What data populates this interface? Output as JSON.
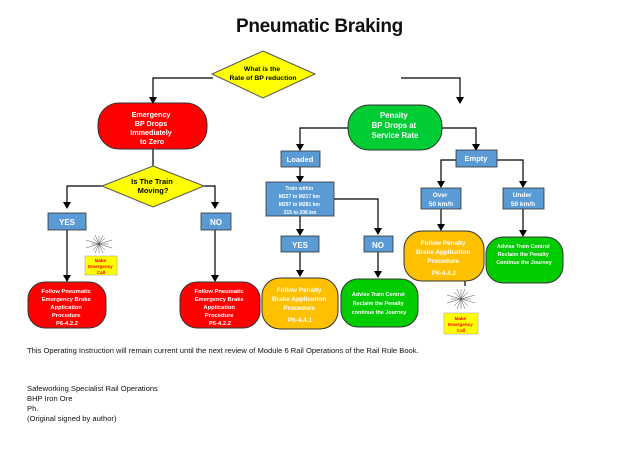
{
  "title": "Pneumatic Braking",
  "nodes": {
    "q_rate": [
      "What is the",
      "Rate of BP reduction"
    ],
    "emergency": [
      "Emergency",
      "BP Drops",
      "Immediately",
      "to Zero"
    ],
    "penalty": [
      "Penalty",
      "BP Drops at",
      "Service Rate"
    ],
    "loaded": [
      "Loaded"
    ],
    "empty": [
      "Empty"
    ],
    "q_moving": [
      "Is The Train",
      "Moving?"
    ],
    "yes_moving": [
      "YES"
    ],
    "no_moving": [
      "NO"
    ],
    "train_within": [
      "Train within",
      "M227 to M217 km",
      "M297 to M281 km",
      "215 to 206 km"
    ],
    "yes_within": [
      "YES"
    ],
    "no_within": [
      "NO"
    ],
    "over": [
      "Over",
      "50 km/h"
    ],
    "under": [
      "Under",
      "50 km/h"
    ],
    "call1": [
      "Make",
      "Emergency",
      "Call"
    ],
    "call2": [
      "Make",
      "Emergency",
      "Call"
    ],
    "follow_emerg_1": [
      "Follow Pneumatic",
      "Emergency Brake",
      "Application",
      "Procedure",
      "P6-4.2.2"
    ],
    "follow_emerg_2": [
      "Follow Pneumatic",
      "Emergency Brake",
      "Application",
      "Procedure",
      "P6-4.2.2"
    ],
    "follow_penalty_1": [
      "Follow Penalty",
      "Brake Application",
      "Procedure",
      "P6-4.4.1"
    ],
    "advise_1": [
      "Advise Train Control",
      "Reclaim the Penalty",
      "continue the Journey"
    ],
    "follow_penalty_2": [
      "Follow Penalty",
      "Brake Application",
      "Procedure",
      "P6-4.4.2"
    ],
    "advise_2": [
      "Advise Train Control",
      "Reclaim the Penalty",
      "Continue the Journey"
    ]
  },
  "notes": {
    "operating": "This Operating Instruction will remain current until the next review of Module 6 Rail Operations of the Rail Rule Book.",
    "specialist": "Safeworking Specialist Rail Operations",
    "company": "BHP Iron Ore",
    "ph": "Ph.",
    "signed": "(Original signed by author)"
  },
  "colors": {
    "decision": "#ffff00",
    "emergency": "#ff0000",
    "penalty": "#00cc33",
    "label_box": "#5b9bd5",
    "procedure": "#ffc000",
    "advise": "#00cc00",
    "call": "#ffff00",
    "call_text": "#ff0000"
  }
}
